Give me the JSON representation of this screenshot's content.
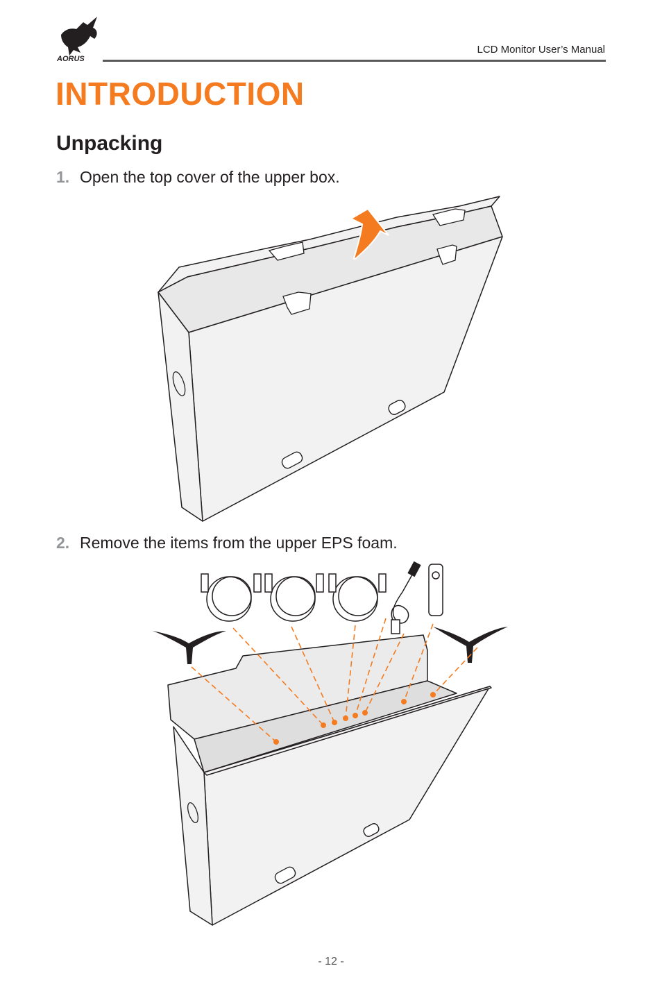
{
  "header": {
    "logo_text": "AORUS",
    "title": "LCD Monitor User’s Manual"
  },
  "chapter": {
    "title": "INTRODUCTION"
  },
  "section": {
    "title": "Unpacking"
  },
  "steps": [
    {
      "number": "1.",
      "text": "Open the top cover of the upper box."
    },
    {
      "number": "2.",
      "text": "Remove the items from the upper EPS foam."
    }
  ],
  "footer": {
    "page_number": "- 12 -"
  },
  "colors": {
    "accent": "#f47b20",
    "rule": "#58595b",
    "box_fill": "#f2f2f2",
    "box_stroke": "#231f20"
  },
  "icons": [
    "aorus-eagle-logo",
    "up-arrow-icon",
    "hdmi-cable-icon",
    "displayport-cable-icon",
    "usb-cable-icon",
    "power-cord-icon",
    "remote-control-icon",
    "stand-leg-icon"
  ]
}
